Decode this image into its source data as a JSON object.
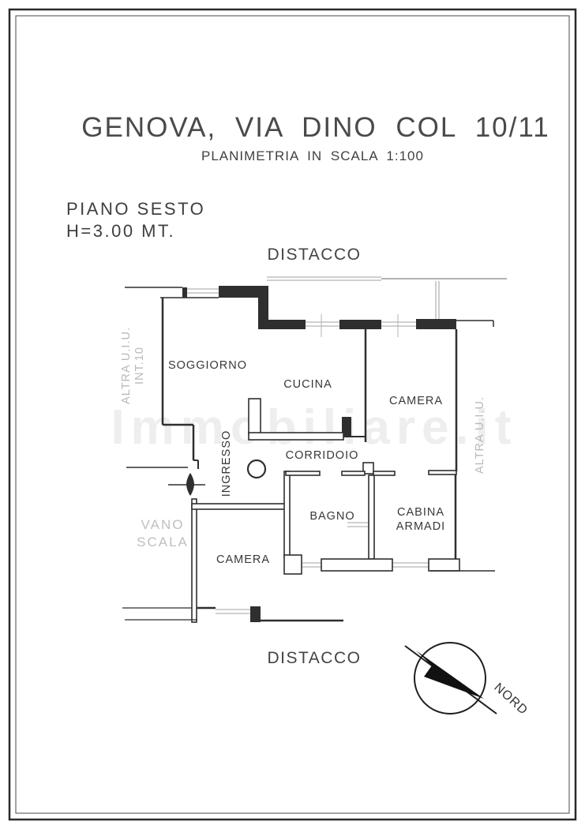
{
  "page": {
    "title": "GENOVA, VIA DINO COL 10/11",
    "subtitle": "PLANIMETRIA IN SCALA 1:100",
    "floor_line1": "PIANO SESTO",
    "floor_line2": "H=3.00 MT.",
    "distacco_top": "DISTACCO",
    "distacco_bottom": "DISTACCO"
  },
  "plan": {
    "rooms": {
      "soggiorno": "SOGGIORNO",
      "cucina": "CUCINA",
      "camera_top": "CAMERA",
      "ingresso": "INGRESSO",
      "corridoio": "CORRIDOIO",
      "bagno": "BAGNO",
      "cabina_line1": "CABINA",
      "cabina_line2": "ARMADI",
      "camera_bottom": "CAMERA"
    },
    "neighbors": {
      "left_line1": "ALTRA U.I.U.",
      "left_line2": "INT.10",
      "right": "ALTRA U.I.U.",
      "vano_line1": "VANO",
      "vano_line2": "SCALA"
    },
    "compass_label": "NORD",
    "watermark": "Immobiliare.it"
  },
  "colors": {
    "wall": "#2f2f2f",
    "neighbor_gray": "#b3b3b3",
    "label_text": "#383838",
    "title_text": "#4a4a4a",
    "watermark_gray": "#9e9e9e",
    "paper": "#ffffff"
  }
}
